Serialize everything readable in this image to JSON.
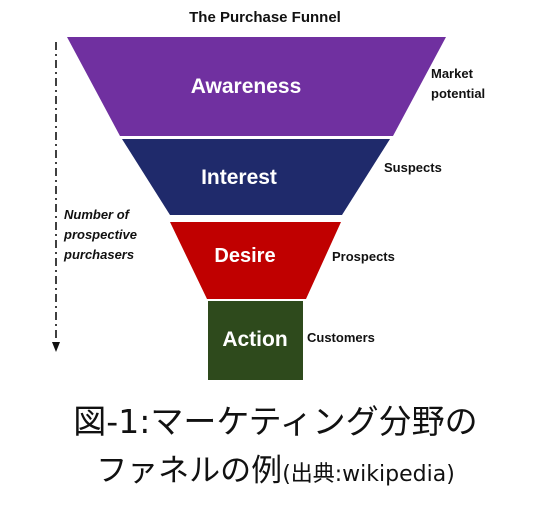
{
  "title": "The Purchase Funnel",
  "stages": [
    {
      "label": "Awareness",
      "side_label": [
        "Market",
        "potential"
      ],
      "color": "#7030a0"
    },
    {
      "label": "Interest",
      "side_label": [
        "Suspects"
      ],
      "color": "#1f2a6b"
    },
    {
      "label": "Desire",
      "side_label": [
        "Prospects"
      ],
      "color": "#c00000"
    },
    {
      "label": "Action",
      "side_label": [
        "Customers"
      ],
      "color": "#2e4a1c"
    }
  ],
  "axis_label": [
    "Number of",
    "prospective",
    "purchasers"
  ],
  "caption": {
    "line1": "図-1:マーケティング分野の",
    "line2_main": "ファネルの例",
    "line2_source": "(出典:wikipedia)"
  }
}
